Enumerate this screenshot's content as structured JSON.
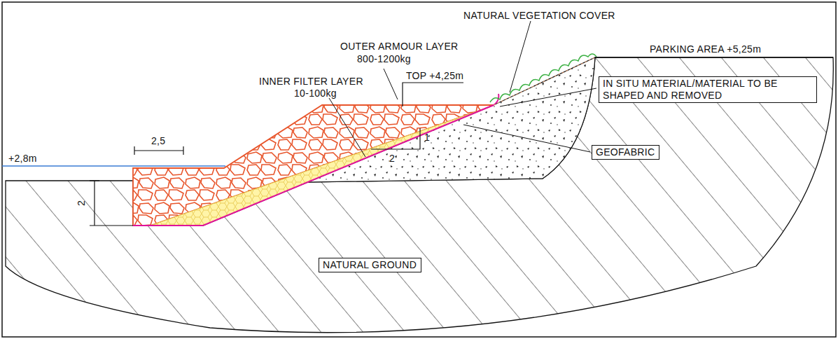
{
  "diagram": {
    "nodes": [
      {
        "text": [
          "IN SITU MATERIAL/MATERIAL TO BE SHAPED AND REMOVED"
        ]
      },
      {
        "text": [
          "GEOFABRIC"
        ]
      },
      {
        "text": [
          "NATURAL GROUND"
        ]
      }
    ],
    "labels": [
      "NATURAL VEGETATION COVER",
      "OUTER ARMOUR LAYER",
      "800-1200kg",
      "TOP +4,25m",
      "PARKING AREA +5,25m",
      "INNER FILTER LAYER",
      "10-100kg",
      "2,5",
      "+2,8m",
      "1",
      "2",
      "2"
    ]
  }
}
